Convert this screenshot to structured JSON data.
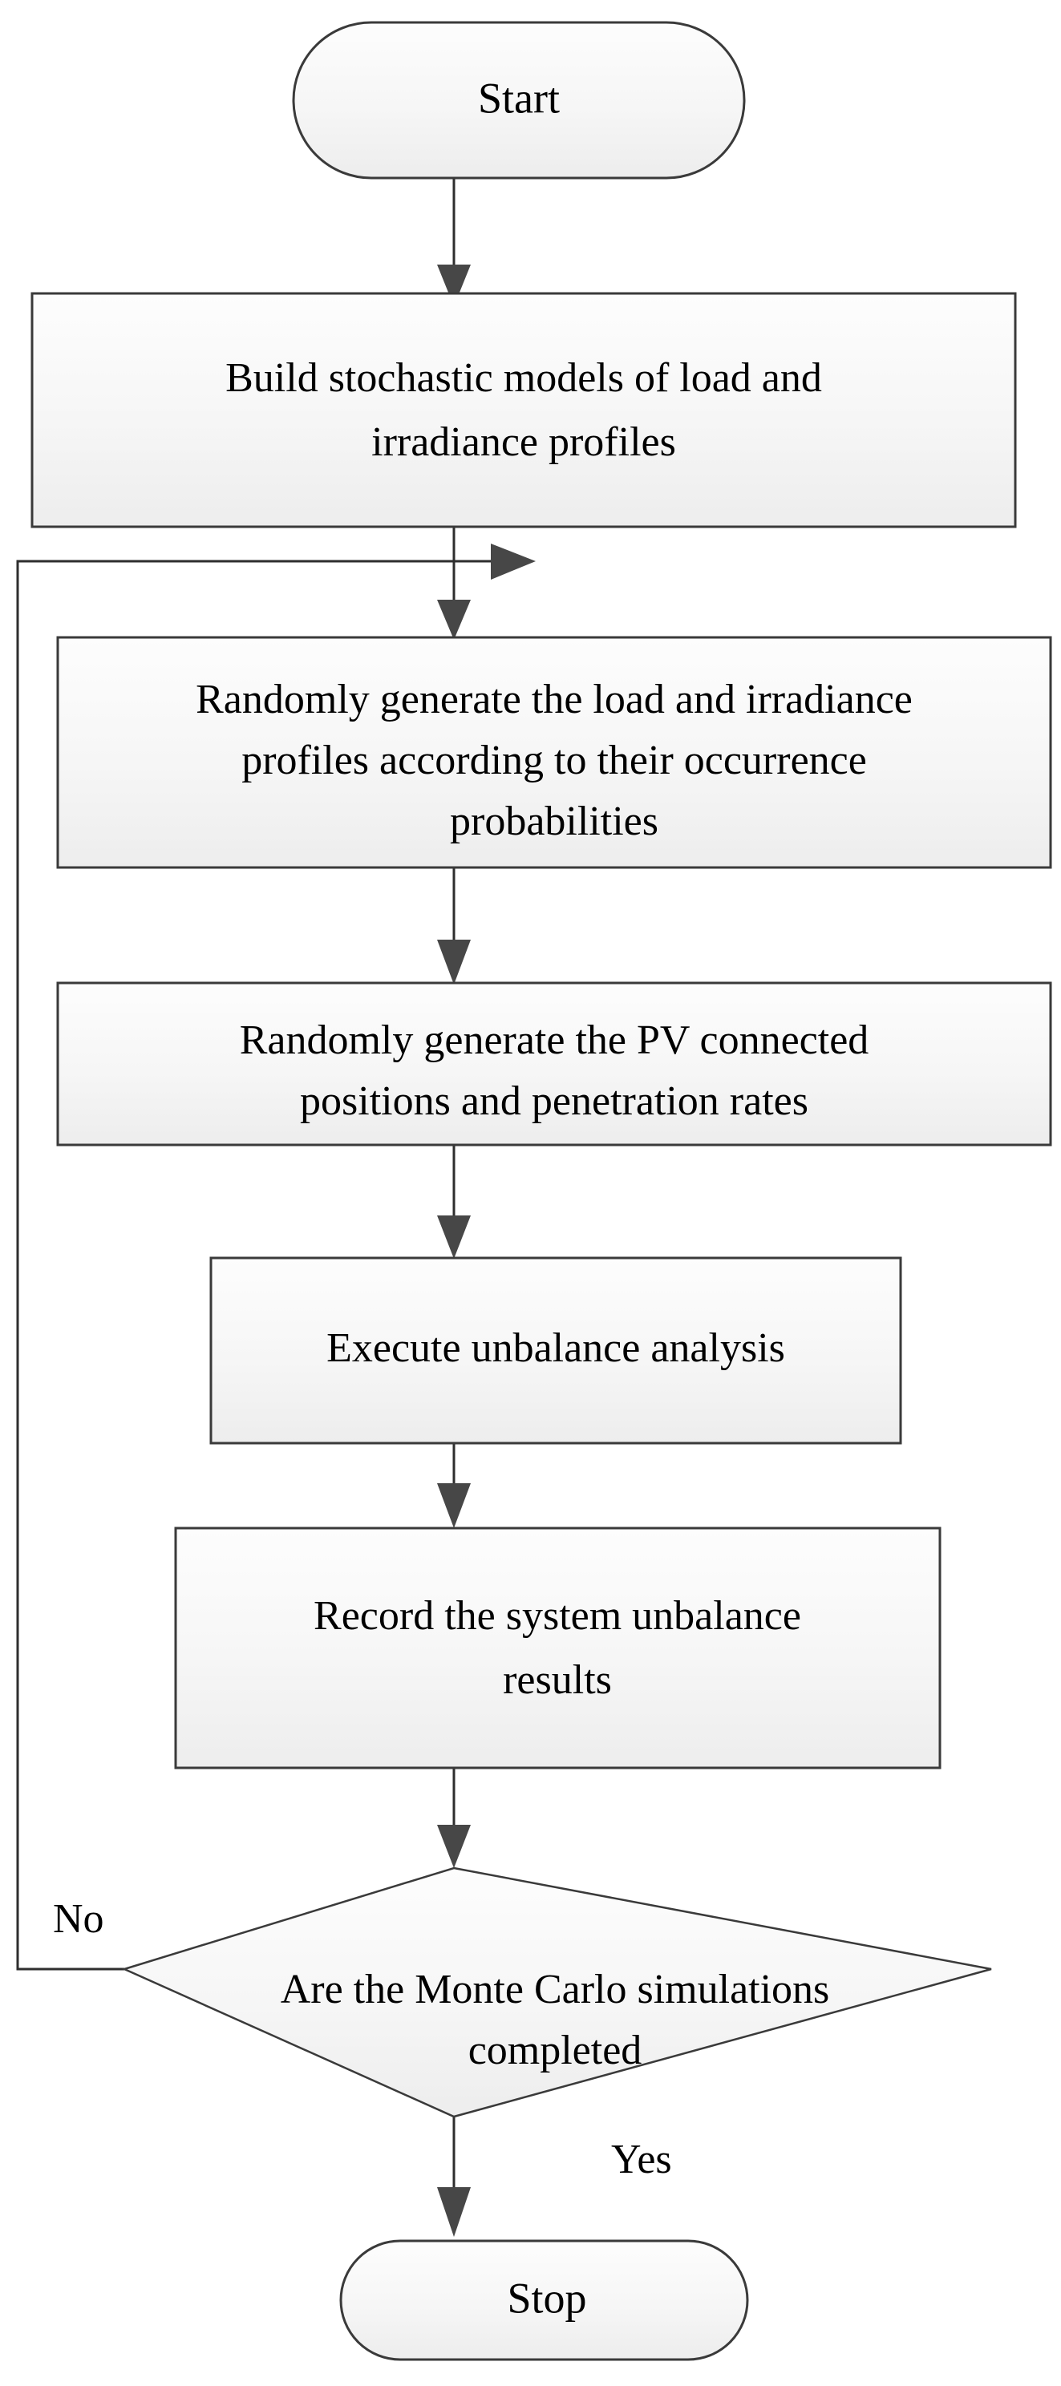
{
  "diagram": {
    "title": "Monte Carlo simulation flowchart",
    "type": "flowchart",
    "colors": {
      "stroke": "#3a3a3a",
      "line": "#2e2e2e",
      "arrowhead": "#474747",
      "fill_top": "#fdfdfd",
      "fill_bottom": "#eeeeee",
      "text": "#000000",
      "background": "#ffffff"
    },
    "nodes": [
      {
        "id": "start",
        "shape": "terminator",
        "lines": [
          "Start"
        ]
      },
      {
        "id": "build-models",
        "shape": "process",
        "lines": [
          "Build stochastic models of  load and",
          "irradiance profiles"
        ]
      },
      {
        "id": "generate-profiles",
        "shape": "process",
        "lines": [
          "Randomly generate the load  and irradiance",
          "profiles according to their occurrence",
          "probabilities"
        ]
      },
      {
        "id": "generate-pv",
        "shape": "process",
        "lines": [
          "Randomly generate the PV connected",
          "positions and penetration rates"
        ]
      },
      {
        "id": "execute-analysis",
        "shape": "process",
        "lines": [
          "Execute unbalance analysis"
        ]
      },
      {
        "id": "record-results",
        "shape": "process",
        "lines": [
          "Record the system unbalance",
          "results"
        ]
      },
      {
        "id": "decision-complete",
        "shape": "decision",
        "lines": [
          "Are the Monte Carlo simulations",
          "completed"
        ]
      },
      {
        "id": "stop",
        "shape": "terminator",
        "lines": [
          "Stop"
        ]
      }
    ],
    "edge_labels": {
      "no": "No",
      "yes": "Yes"
    },
    "edges": [
      {
        "from": "start",
        "to": "build-models",
        "label": ""
      },
      {
        "from": "build-models",
        "to": "generate-profiles",
        "label": ""
      },
      {
        "from": "generate-profiles",
        "to": "generate-pv",
        "label": ""
      },
      {
        "from": "generate-pv",
        "to": "execute-analysis",
        "label": ""
      },
      {
        "from": "execute-analysis",
        "to": "record-results",
        "label": ""
      },
      {
        "from": "record-results",
        "to": "decision-complete",
        "label": ""
      },
      {
        "from": "decision-complete",
        "to": "stop",
        "label": "Yes"
      },
      {
        "from": "decision-complete",
        "to": "generate-profiles",
        "label": "No"
      }
    ]
  }
}
